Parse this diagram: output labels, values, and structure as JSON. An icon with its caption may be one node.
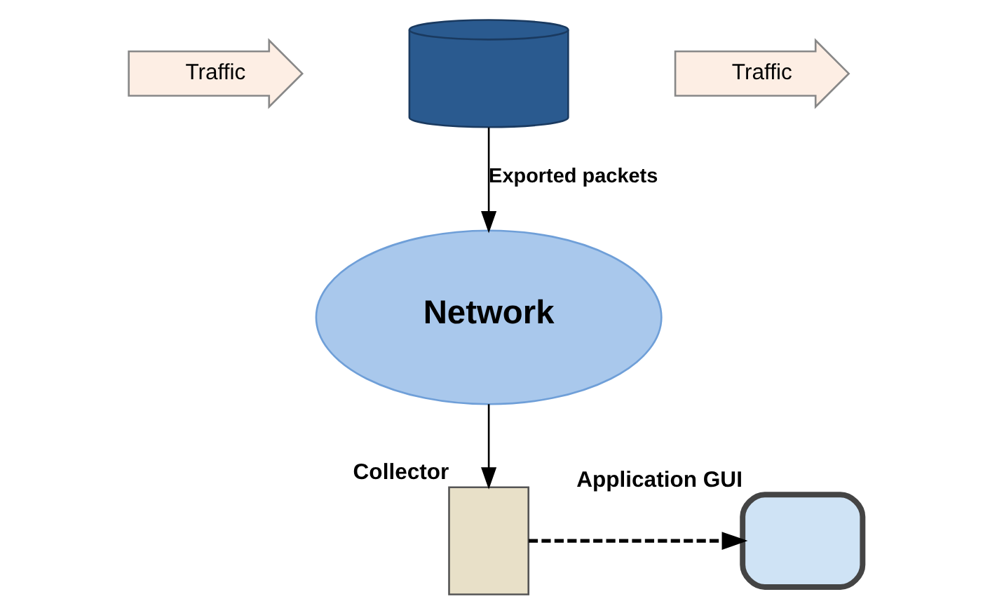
{
  "diagram": {
    "nodes": [
      {
        "text": [
          "Traffic"
        ]
      },
      {
        "text": [],
        "shape": "cylinder"
      },
      {
        "text": [
          "Traffic"
        ]
      },
      {
        "text": [
          "Network"
        ]
      },
      {
        "text": [],
        "shape": "box",
        "beside": [
          "Collector"
        ]
      },
      {
        "text": [],
        "shape": "box",
        "beside": [
          "Application GUI"
        ]
      }
    ],
    "edges": [
      {
        "from": 1,
        "to": 3,
        "arrow": "to",
        "label": "Exported packets"
      },
      {
        "from": 3,
        "to": 4,
        "arrow": "to"
      },
      {
        "from": 4,
        "to": 5,
        "arrow": "to",
        "style": "dashed"
      }
    ]
  }
}
